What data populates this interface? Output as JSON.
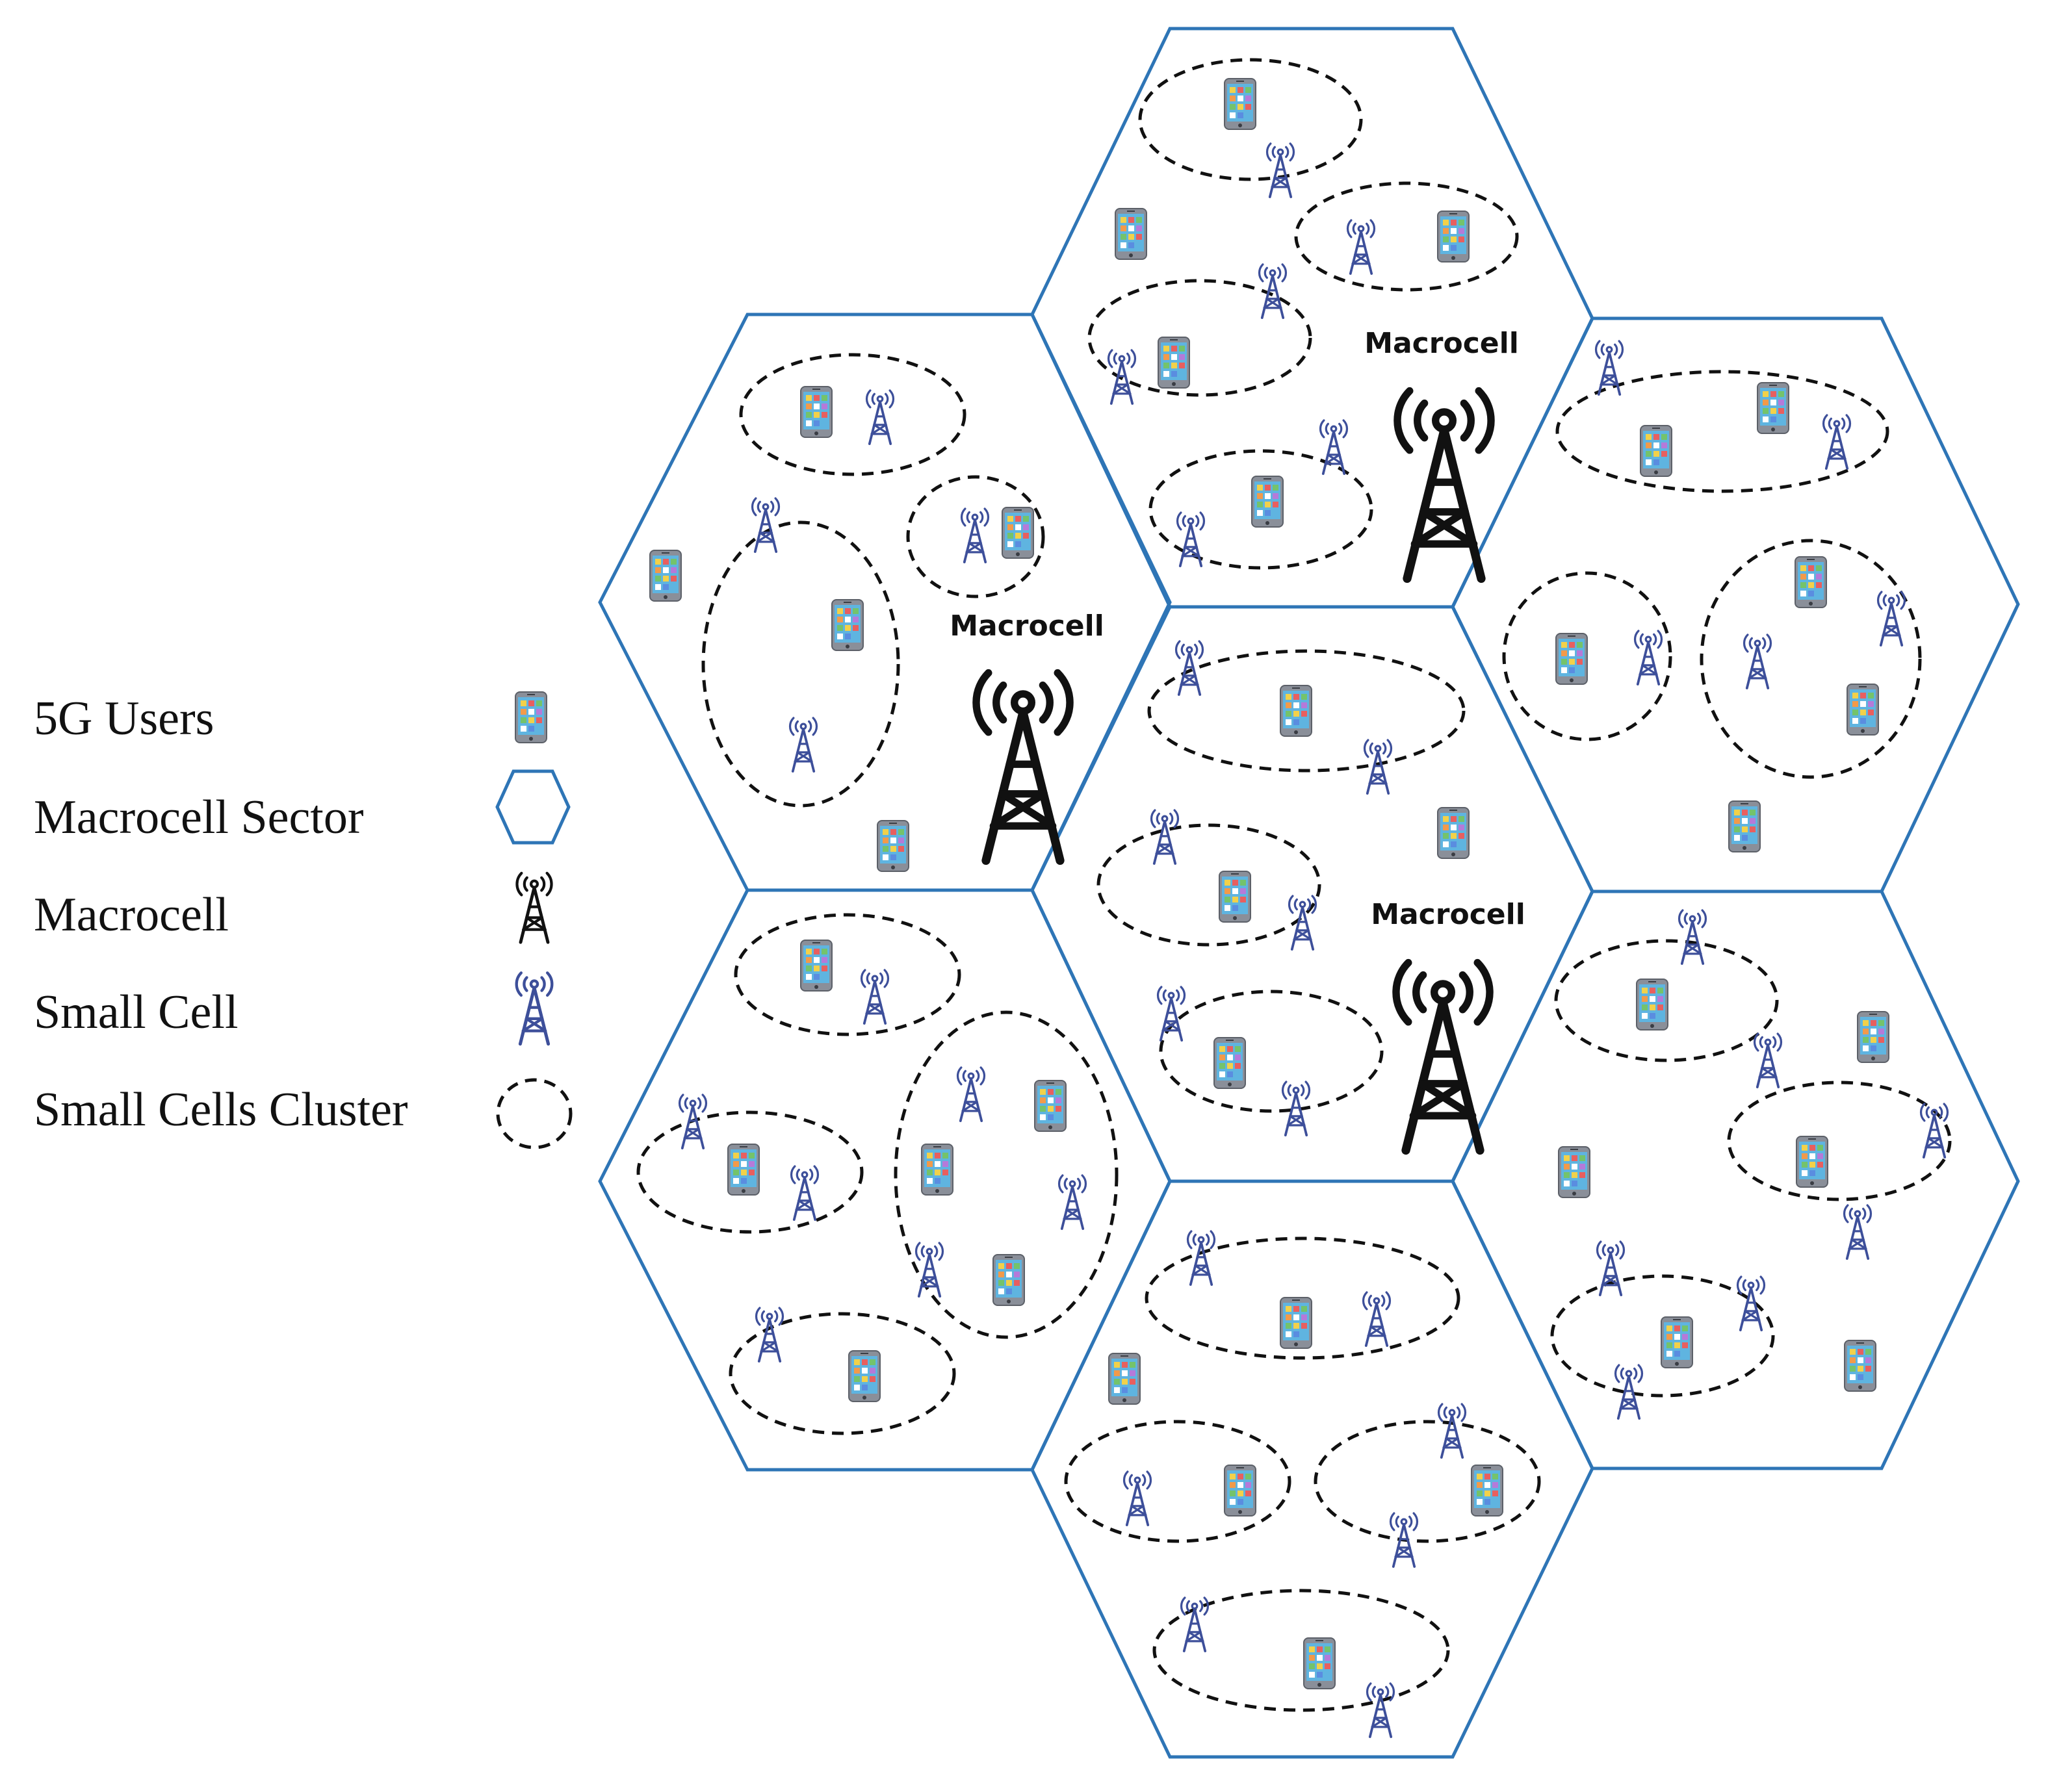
{
  "legend": {
    "users": "5G Users",
    "sector": "Macrocell Sector",
    "macrocell": "Macrocell",
    "small_cell": "Small Cell",
    "cluster": "Small Cells Cluster"
  },
  "macro_labels": [
    "Macrocell",
    "Macrocell",
    "Macrocell"
  ],
  "colors": {
    "hex_stroke": "#2e75b6",
    "small_cell": "#3d4f9a",
    "phone_body": "#8a8f99",
    "phone_screen": "#5fb4e0",
    "macro": "#111111"
  },
  "icons": [
    "phone-icon",
    "small-cell-tower-icon",
    "macrocell-tower-icon",
    "hexagon-icon",
    "dashed-ellipse-icon"
  ]
}
